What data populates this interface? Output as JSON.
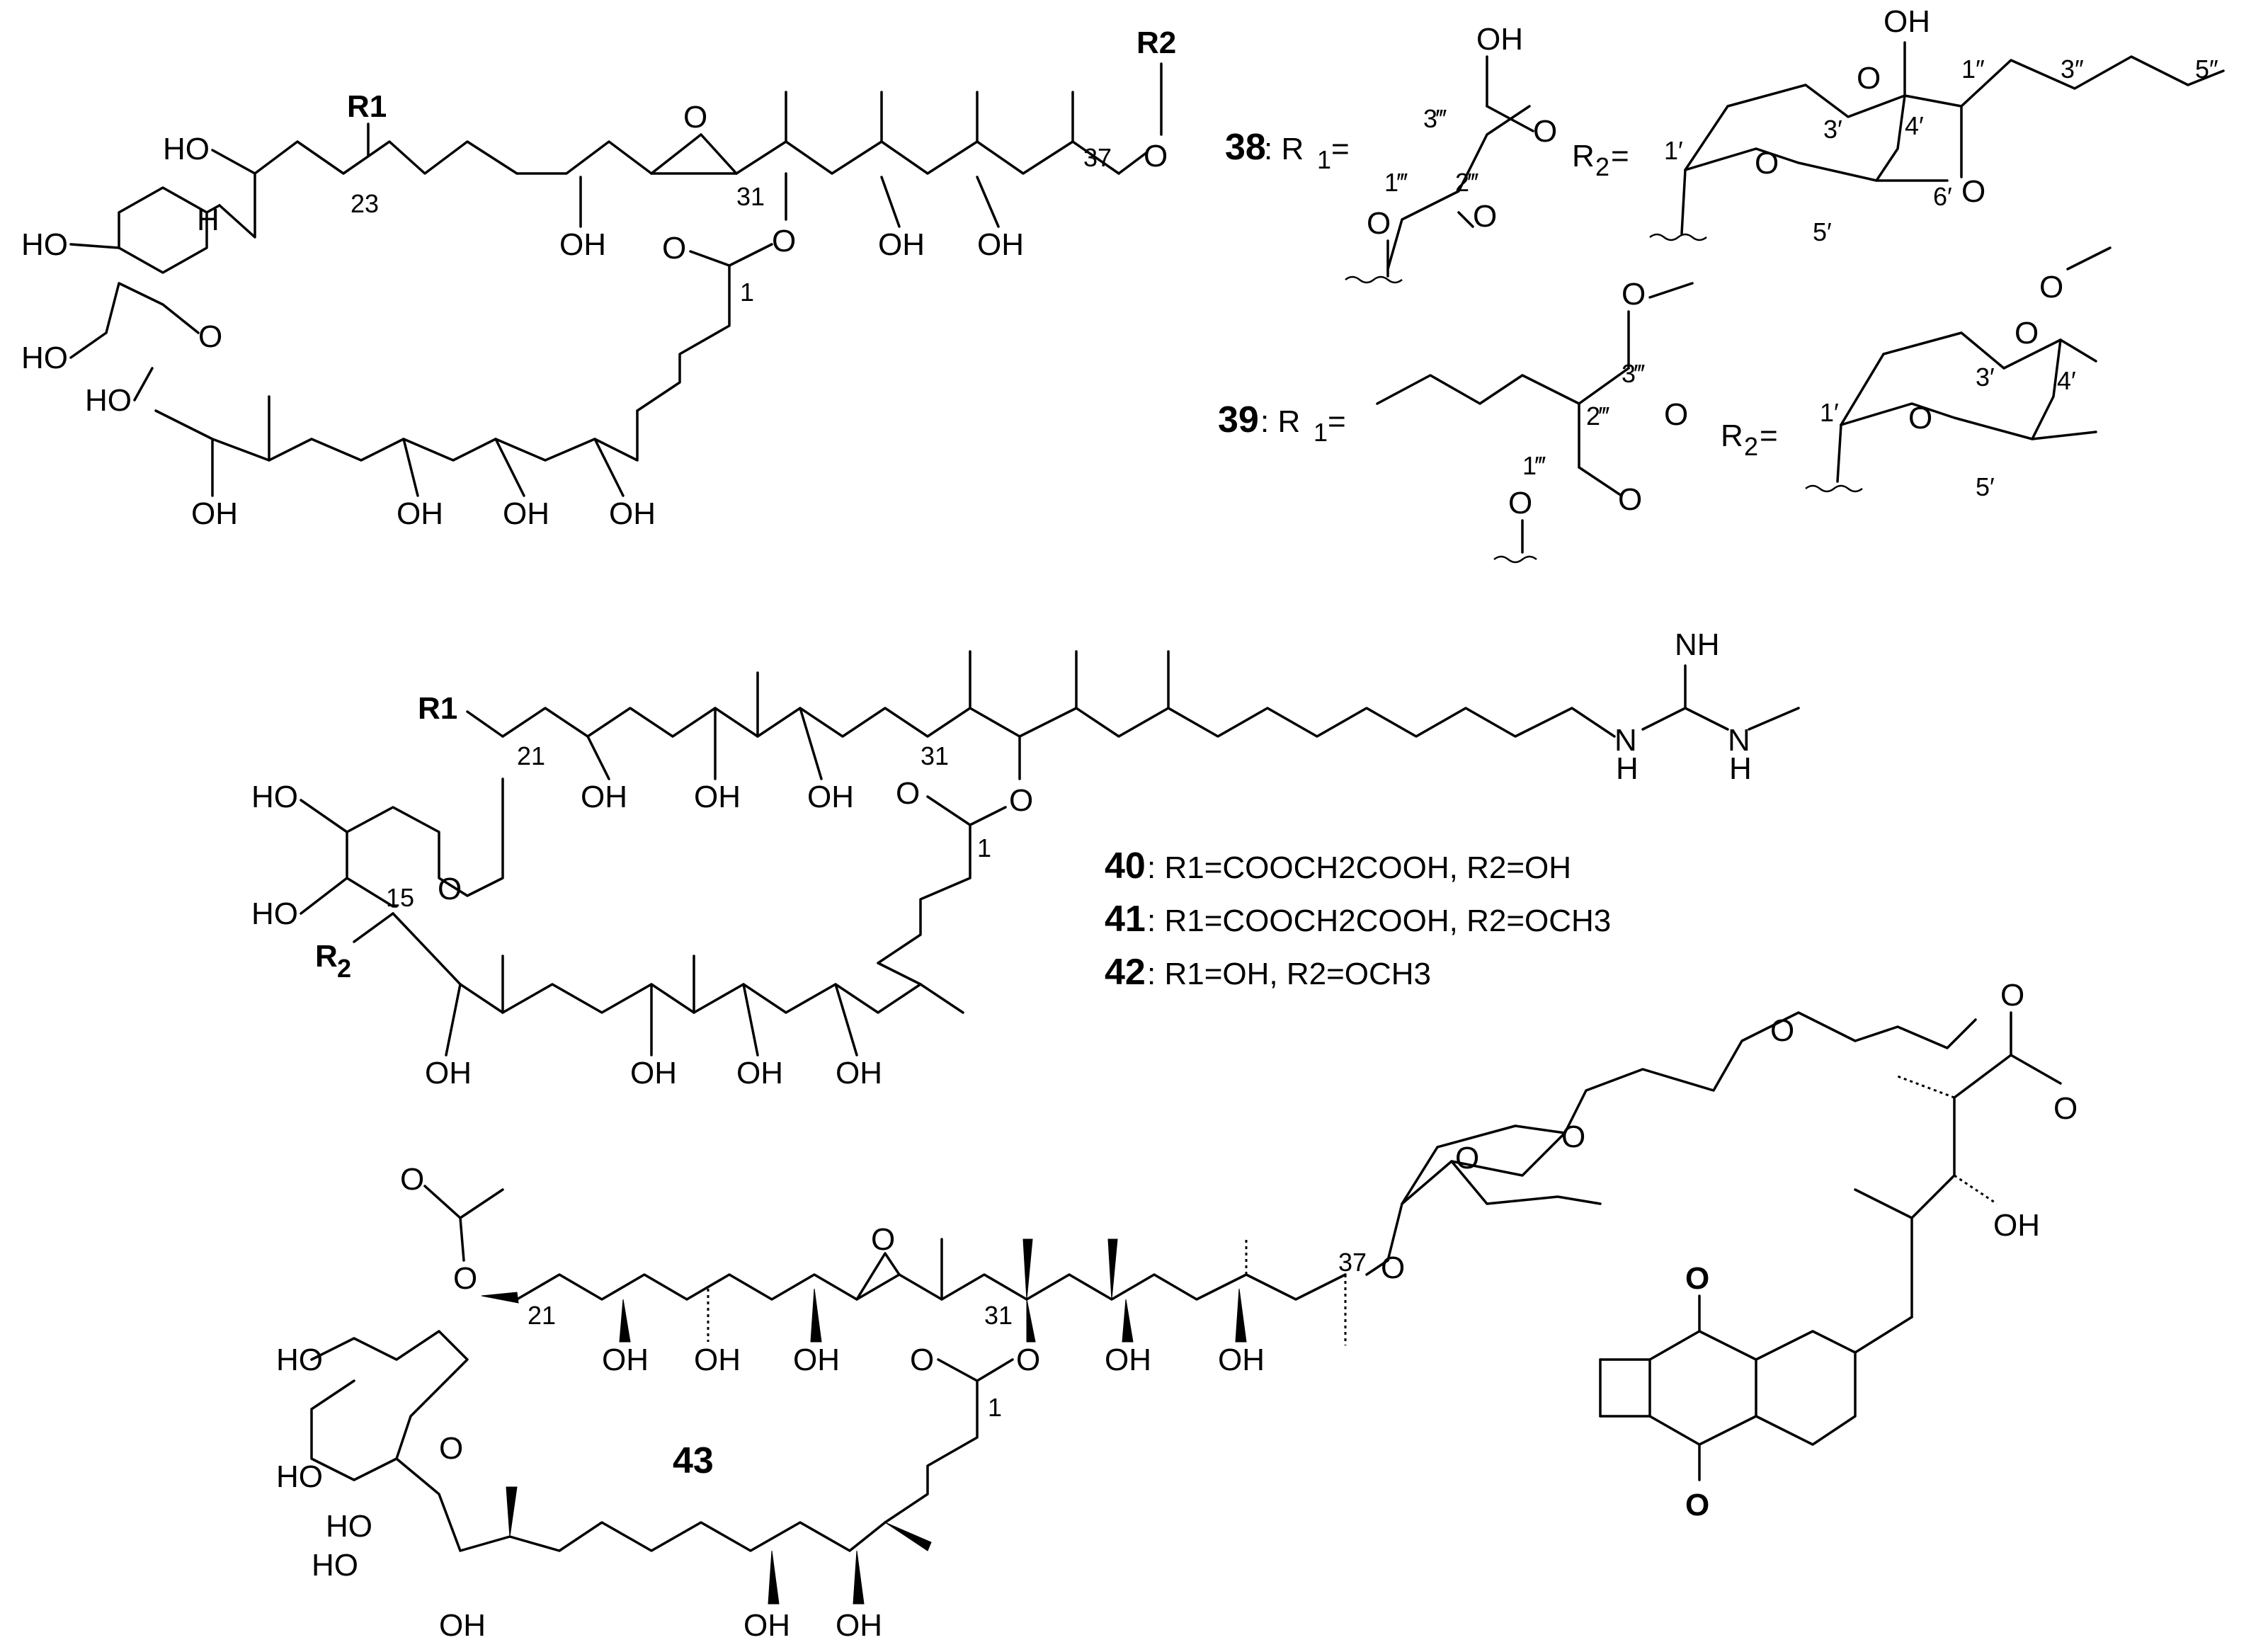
{
  "compounds": {
    "c38": "38",
    "c39": "39",
    "c40": "40",
    "c41": "41",
    "c42": "42",
    "c43": "43"
  },
  "substituents": {
    "r1": "R1",
    "r2": "R2",
    "r1_eq": ": R",
    "r1_sub": "1",
    "eq": "=",
    "r2_eq": "R",
    "r2_sub": "2"
  },
  "definitions": {
    "d40": ": R1=COOCH2COOH, R2=OH",
    "d41": ": R1=COOCH2COOH, R2=OCH3",
    "d42": ": R1=OH, R2=OCH3"
  },
  "atoms": {
    "OH": "OH",
    "HO": "HO",
    "O": "O",
    "H": "H",
    "NH": "NH",
    "N_H": "N",
    "H2": "H"
  },
  "locants": {
    "l1": "1",
    "l15": "15",
    "l21": "21",
    "l23": "23",
    "l31": "31",
    "l37": "37",
    "p1": "1′",
    "p3": "3′",
    "p4": "4′",
    "p5": "5′",
    "p6": "6′",
    "pp1": "1″",
    "pp3": "3″",
    "pp5": "5″",
    "ppp1": "1‴",
    "ppp2": "2‴",
    "ppp3": "3‴"
  }
}
